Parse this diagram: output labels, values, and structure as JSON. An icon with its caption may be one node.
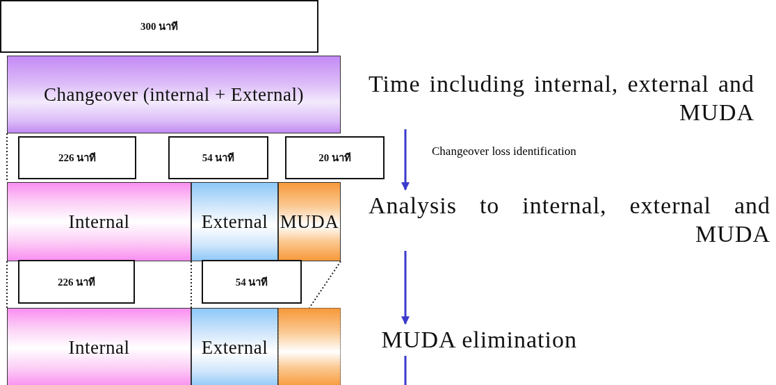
{
  "diagram": {
    "nodes": [
      {
        "text": [
          "300  นาที"
        ]
      },
      {
        "text": [
          "Changeover (internal + External)"
        ]
      },
      {
        "text": [
          "226 นาที"
        ]
      },
      {
        "text": [
          "54 นาที"
        ]
      },
      {
        "text": [
          "20 นาที"
        ]
      },
      {
        "text": [
          "Internal"
        ]
      },
      {
        "text": [
          "External"
        ]
      },
      {
        "text": [
          "MUDA"
        ]
      },
      {
        "text": [
          "226 นาที"
        ]
      },
      {
        "text": [
          "54 นาที"
        ]
      },
      {
        "text": [
          "Internal"
        ]
      },
      {
        "text": [
          "External"
        ]
      },
      {
        "text": [],
        "shape": "box"
      },
      {
        "text": [
          "Time including internal, external and MUDA"
        ]
      },
      {
        "text": [
          "Analysis to internal, external and MUDA"
        ]
      },
      {
        "text": [
          "MUDA elimination"
        ]
      }
    ],
    "edges": [
      {
        "from": 1,
        "to": 5,
        "arrow": "none",
        "style": "dashed"
      },
      {
        "from": 5,
        "to": 10,
        "arrow": "none",
        "style": "dashed"
      },
      {
        "from": 6,
        "to": 11,
        "arrow": "none",
        "style": "dashed"
      },
      {
        "from": 7,
        "to": 12,
        "arrow": "none",
        "style": "dashed"
      },
      {
        "from": 13,
        "to": 14,
        "arrow": "to",
        "label": "Changeover loss identification",
        "color": "#3a3acc"
      },
      {
        "from": 14,
        "to": 15,
        "arrow": "to",
        "color": "#3a3acc"
      },
      {
        "from": 15,
        "to": null,
        "arrow": "none",
        "color": "#3a3acc"
      }
    ]
  }
}
